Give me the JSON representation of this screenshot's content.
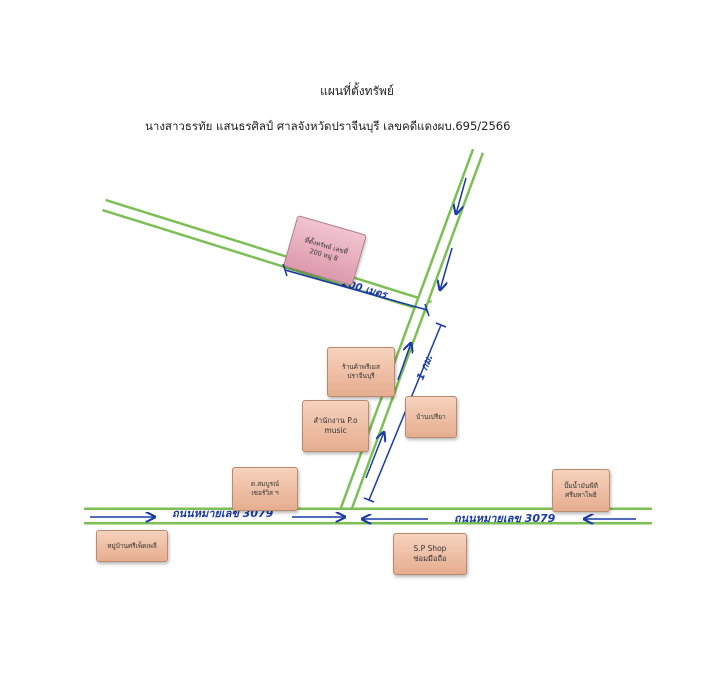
{
  "title": "แผนที่ตั้งทรัพย์",
  "subtitle": "นางสาวธรทัย แสนธรศิลป์  ศาลจังหวัดปราจีนบุรี  เลขคดีแดงผบ.695/2566",
  "colors": {
    "road": "#c9e5a8",
    "road_edge": "#7bbf55",
    "arrow": "#1a3aa8",
    "box": "#e9b497",
    "box_pink": "#e3a4b4"
  },
  "handwritten": {
    "distance_200": "200 เมตร",
    "distance_1km": "1 กม.",
    "road_left": "ถนนหมายเลข 3079",
    "road_right": "ถนนหมายเลข 3079"
  },
  "landmarks": {
    "property": {
      "line1": "ที่ตั้งทรัพย์ เลขที่",
      "line2": "200 หมู่ 8"
    },
    "shop": {
      "line1": "ร้านค้าพรีเมส",
      "line2": "ปราจีนบุรี"
    },
    "office": {
      "line1": "สำนักงาน P.o",
      "line2": "music"
    },
    "house": {
      "line1": "บ้านเปรียา",
      "line2": ""
    },
    "sompong": {
      "line1": "ต.สมบูรณ์",
      "line2": "เซอร์วิส ฯ"
    },
    "gas": {
      "line1": "ปั๊มน้ำมันพีที",
      "line2": "ศรีมหาโพธิ"
    },
    "village": {
      "line1": "หมู่บ้านศรีเพ็ดเพลี",
      "line2": ""
    },
    "spshop": {
      "line1": "S.P Shop",
      "line2": "ซ่อมมือถือ"
    }
  }
}
